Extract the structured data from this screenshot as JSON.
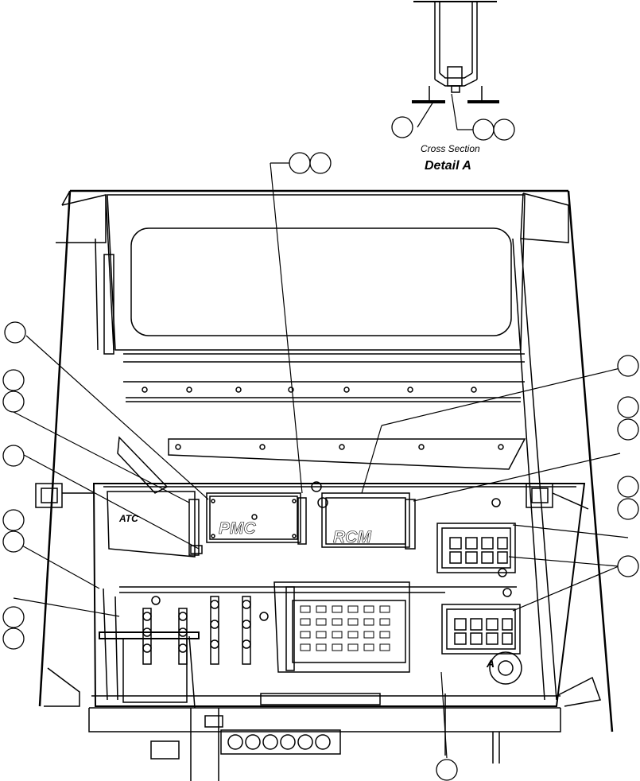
{
  "captions": {
    "cross_section": "Cross Section",
    "detail": "Detail A"
  },
  "panel_labels": {
    "ato": "ATC",
    "pmc": "PMC",
    "rcm": "RCM",
    "detail_marker": "A"
  },
  "callout_bubbles": [
    {
      "id": "bubble-detail-left",
      "text": ""
    },
    {
      "id": "bubble-detail-right-a",
      "text": ""
    },
    {
      "id": "bubble-detail-right-b",
      "text": ""
    },
    {
      "id": "bubble-top-center-a",
      "text": ""
    },
    {
      "id": "bubble-top-center-b",
      "text": ""
    },
    {
      "id": "bubble-left-1",
      "text": ""
    },
    {
      "id": "bubble-left-2",
      "text": ""
    },
    {
      "id": "bubble-left-3",
      "text": ""
    },
    {
      "id": "bubble-left-4",
      "text": ""
    },
    {
      "id": "bubble-left-5",
      "text": ""
    },
    {
      "id": "bubble-left-6",
      "text": ""
    },
    {
      "id": "bubble-left-7",
      "text": ""
    },
    {
      "id": "bubble-left-8",
      "text": ""
    },
    {
      "id": "bubble-right-1",
      "text": ""
    },
    {
      "id": "bubble-right-2",
      "text": ""
    },
    {
      "id": "bubble-right-3",
      "text": ""
    },
    {
      "id": "bubble-right-4",
      "text": ""
    },
    {
      "id": "bubble-right-5",
      "text": ""
    },
    {
      "id": "bubble-right-6",
      "text": ""
    },
    {
      "id": "bubble-bottom",
      "text": ""
    }
  ]
}
